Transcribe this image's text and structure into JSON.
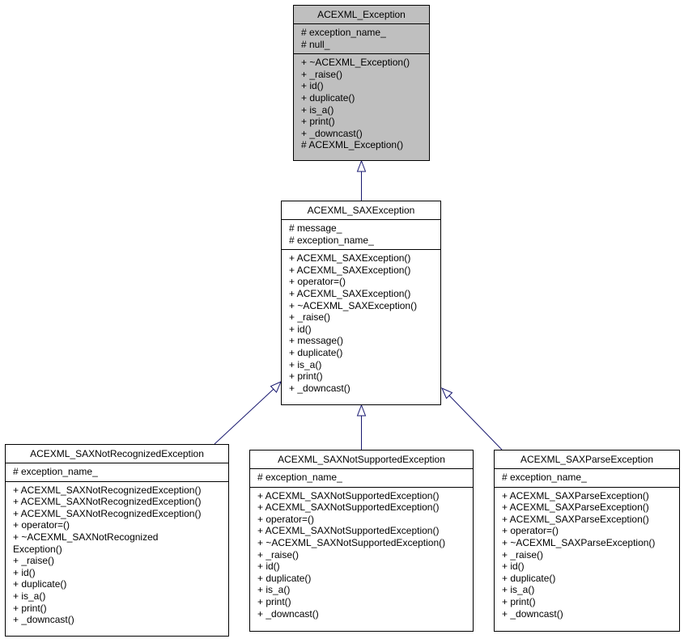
{
  "diagram": {
    "classes": [
      {
        "id": "base",
        "name": "ACEXML_Exception",
        "attributes": [
          "# exception_name_",
          "# null_"
        ],
        "operations": [
          "+ ~ACEXML_Exception()",
          "+ _raise()",
          "+ id()",
          "+ duplicate()",
          "+ is_a()",
          "+ print()",
          "+ _downcast()",
          "# ACEXML_Exception()"
        ]
      },
      {
        "id": "sax",
        "name": "ACEXML_SAXException",
        "attributes": [
          "# message_",
          "# exception_name_"
        ],
        "operations": [
          "+ ACEXML_SAXException()",
          "+ ACEXML_SAXException()",
          "+ operator=()",
          "+ ACEXML_SAXException()",
          "+ ~ACEXML_SAXException()",
          "+ _raise()",
          "+ id()",
          "+ message()",
          "+ duplicate()",
          "+ is_a()",
          "+ print()",
          "+ _downcast()"
        ]
      },
      {
        "id": "notrecognized",
        "name": "ACEXML_SAXNotRecognizedException",
        "attributes": [
          "# exception_name_"
        ],
        "operations": [
          "+ ACEXML_SAXNotRecognizedException()",
          "+ ACEXML_SAXNotRecognizedException()",
          "+ ACEXML_SAXNotRecognizedException()",
          "+ operator=()",
          "+ ~ACEXML_SAXNotRecognized",
          "Exception()",
          "+ _raise()",
          "+ id()",
          "+ duplicate()",
          "+ is_a()",
          "+ print()",
          "+ _downcast()"
        ]
      },
      {
        "id": "notsupported",
        "name": "ACEXML_SAXNotSupportedException",
        "attributes": [
          "# exception_name_"
        ],
        "operations": [
          "+ ACEXML_SAXNotSupportedException()",
          "+ ACEXML_SAXNotSupportedException()",
          "+ operator=()",
          "+ ACEXML_SAXNotSupportedException()",
          "+ ~ACEXML_SAXNotSupportedException()",
          "+ _raise()",
          "+ id()",
          "+ duplicate()",
          "+ is_a()",
          "+ print()",
          "+ _downcast()"
        ]
      },
      {
        "id": "parse",
        "name": "ACEXML_SAXParseException",
        "attributes": [
          "# exception_name_"
        ],
        "operations": [
          "+ ACEXML_SAXParseException()",
          "+ ACEXML_SAXParseException()",
          "+ ACEXML_SAXParseException()",
          "+ operator=()",
          "+ ~ACEXML_SAXParseException()",
          "+ _raise()",
          "+ id()",
          "+ duplicate()",
          "+ is_a()",
          "+ print()",
          "+ _downcast()"
        ]
      }
    ],
    "edges": [
      {
        "from": "sax",
        "to": "base",
        "relation": "inheritance"
      },
      {
        "from": "notrecognized",
        "to": "sax",
        "relation": "inheritance"
      },
      {
        "from": "notsupported",
        "to": "sax",
        "relation": "inheritance"
      },
      {
        "from": "parse",
        "to": "sax",
        "relation": "inheritance"
      }
    ],
    "colors": {
      "highlight_fill": "#bfbfbf",
      "edge": "#191970",
      "border": "#000000"
    }
  }
}
